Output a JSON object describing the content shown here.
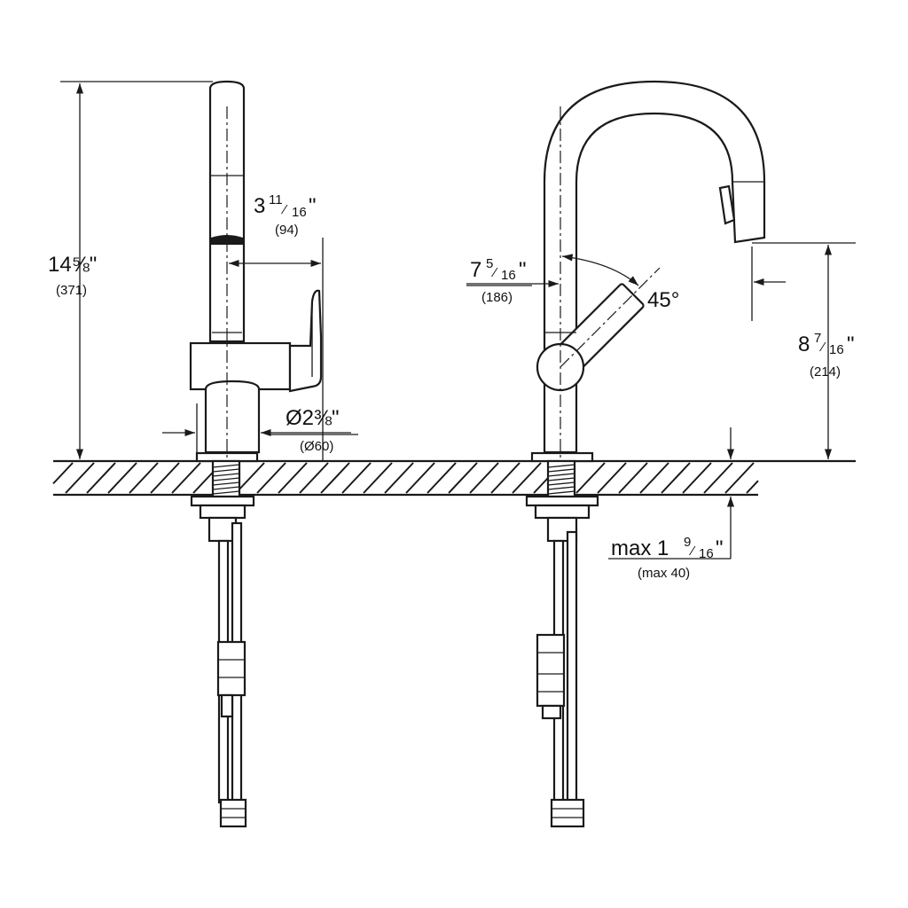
{
  "dimensions": {
    "height_total": {
      "whole": "14",
      "frac": "⅝",
      "unit": "\"",
      "metric": "(371)"
    },
    "handle_reach": {
      "whole": "3",
      "num": "11",
      "den": "16",
      "unit": "\"",
      "metric": "(94)"
    },
    "base_diameter": {
      "whole": "Ø2",
      "frac": "⅜",
      "unit": "\"",
      "metric": "(Ø60)"
    },
    "spout_offset": {
      "whole": "7",
      "num": "5",
      "den": "16",
      "unit": "\"",
      "metric": "(186)"
    },
    "handle_angle": {
      "label": "45°"
    },
    "spout_height": {
      "whole": "8",
      "num": "7",
      "den": "16",
      "unit": "\"",
      "metric": "(214)"
    },
    "max_thickness": {
      "whole": "max 1",
      "num": "9",
      "den": "16",
      "unit": "\"",
      "metric": "(max 40)"
    }
  }
}
